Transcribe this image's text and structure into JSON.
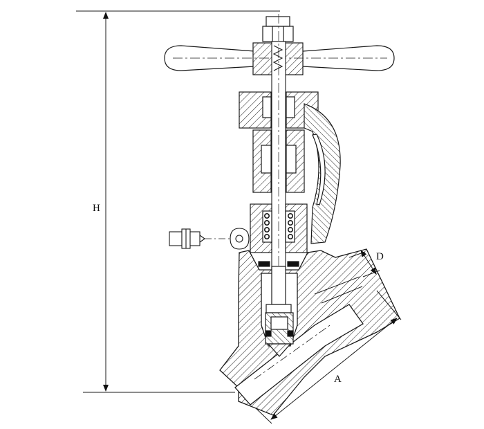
{
  "labels": {
    "height": "H",
    "length": "A",
    "diameter": "D"
  },
  "colors": {
    "line": "#1a1a1a",
    "fill": "#ffffff",
    "hatch": "#2a2a2a",
    "seal": "#111111"
  }
}
